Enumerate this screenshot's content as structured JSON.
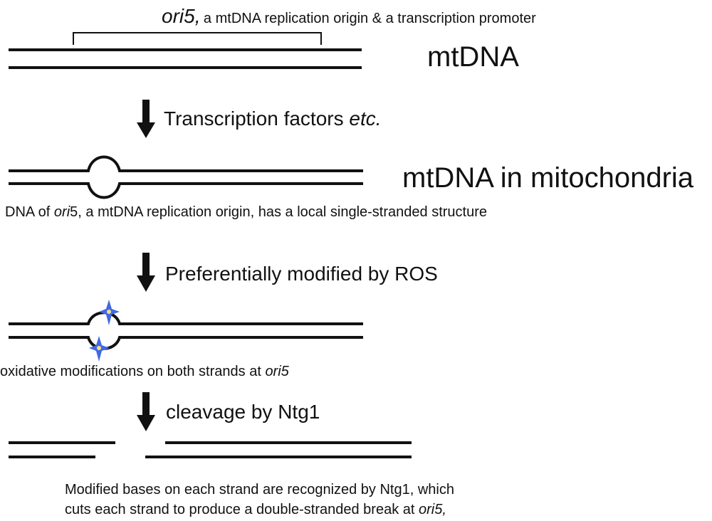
{
  "header": {
    "origin_name": "ori5,",
    "origin_desc": "a mtDNA replication origin & a transcription promoter"
  },
  "molecules": {
    "mtdna_label": "mtDNA",
    "mtdna_mito_label": "mtDNA in mitochondria"
  },
  "steps": [
    {
      "text": "Transcription factors ",
      "italic": "etc."
    },
    {
      "text": "Preferentially modified by ROS"
    },
    {
      "text": "cleavage by Ntg1"
    }
  ],
  "notes": {
    "single_strand": {
      "before": "DNA of ",
      "italic": "ori",
      "after": "5, a mtDNA replication origin, has a local single-stranded structure"
    },
    "oxidative": {
      "before": "oxidative modifications on both strands at ",
      "italic": "ori5"
    }
  },
  "footer": {
    "line1": "Modified bases on each strand are recognized by Ntg1, which",
    "line2_before": "cuts each strand to produce a double-stranded break at ",
    "line2_italic": "ori5,"
  },
  "colors": {
    "strand": "#111111",
    "ros_star": "#4169e1",
    "ros_star_center": "#f5e08a"
  },
  "icons": [
    "down-arrow-icon",
    "ros-star-icon"
  ]
}
